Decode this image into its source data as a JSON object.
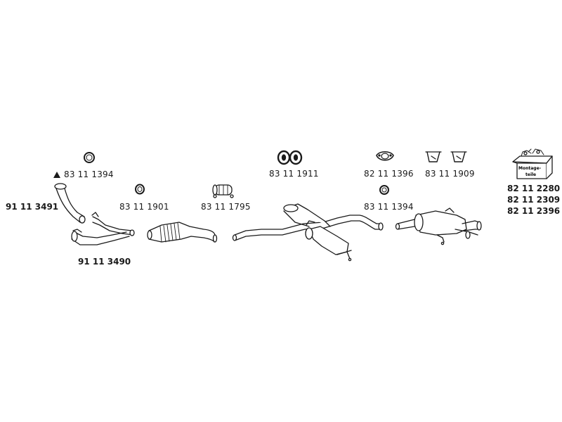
{
  "parts": {
    "front_ring_label": "83 11 1394",
    "front_pipe_left_label": "91 11 3491",
    "downpipe_label": "91 11 3490",
    "ring_small_label": "83 11 1901",
    "clamp_label": "83 11 1795",
    "hanger_pair_label": "83 11 1911",
    "gasket_label": "82 11 1396",
    "bracket_pair_label": "83 11 1909",
    "center_ring_label": "83 11 1394",
    "kit_labels": [
      "82 11 2280",
      "82 11 2309",
      "82 11 2396"
    ],
    "kit_box_text_1": "Montage-",
    "kit_box_text_2": "teile"
  }
}
